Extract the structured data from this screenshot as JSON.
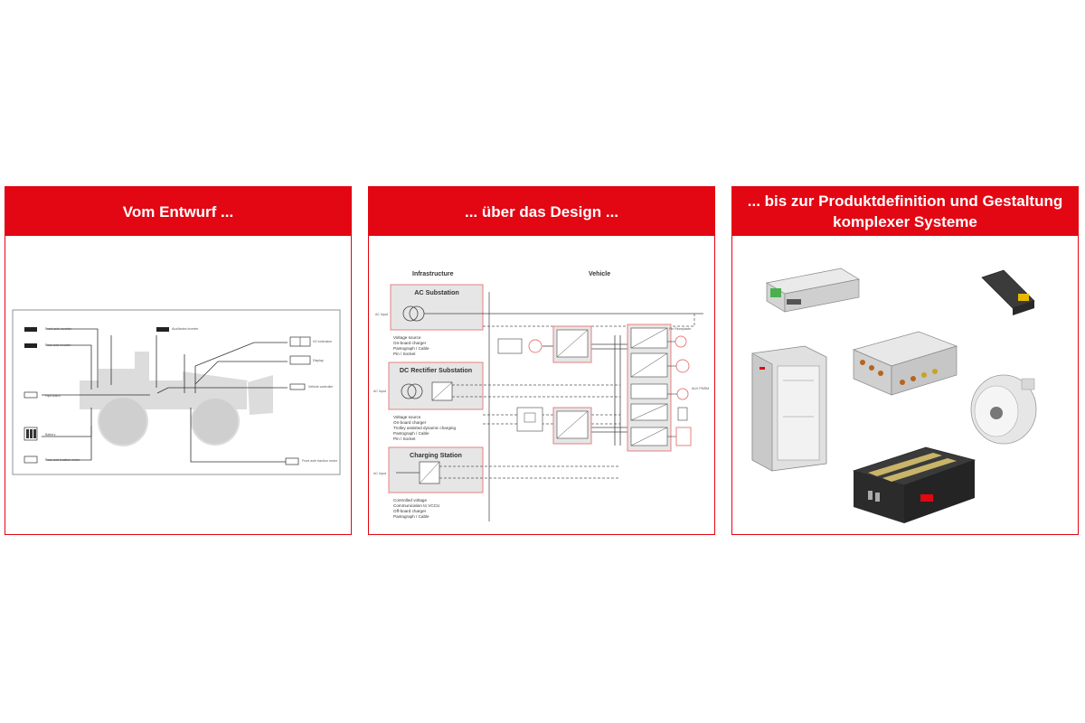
{
  "panels": [
    {
      "title": "Vom Entwurf ..."
    },
    {
      "title": "... über das Design ..."
    },
    {
      "title": "... bis zur Produktdefinition und Gestaltung komplexer Systeme"
    }
  ],
  "concept_diagram": {
    "labels": {
      "front_axle_inverter": "Front axle inverter",
      "rear_axle_inverter": "Rear axle inverter",
      "hydraulics": "Hydraulics",
      "battery": "Battery",
      "rear_axle_traction_motor": "Rear axle traction motor",
      "auxiliaries_inverter": "Auxiliaries inverter",
      "i_o_extension": "I/O extension",
      "display": "Display",
      "vehicle_controller": "Vehicle controller",
      "front_axle_traction_motor": "Front axle traction motor"
    }
  },
  "design_diagram": {
    "infrastructure_header": "Infrastructure",
    "vehicle_header": "Vehicle",
    "ac_substation": {
      "title": "AC Substation",
      "input": "AC Input",
      "bullets": [
        "Voltage source",
        "On-board charger",
        "Pantograph / Cable",
        "Pin / Socket"
      ]
    },
    "dc_substation": {
      "title": "DC Rectifier Substation",
      "input": "AC Input",
      "bullets": [
        "Voltage source",
        "On-board charger",
        "Trolley assisted dynamic charging",
        "Pantograph / Cable",
        "Pin / Socket"
      ]
    },
    "charging_station": {
      "title": "Charging Station",
      "input": "AC Input",
      "bullets": [
        "Controlled voltage",
        "Communication to VCCU",
        "Off-board charger",
        "Pantograph / Cable"
      ]
    },
    "vehicle_labels": {
      "pin_receptacle": "Pin Receptacle",
      "aux_pmsm": "AUX PMSM"
    }
  },
  "colors": {
    "accent": "#e30613",
    "box_fill": "#e6e6e6",
    "box_border": "#e58080"
  }
}
